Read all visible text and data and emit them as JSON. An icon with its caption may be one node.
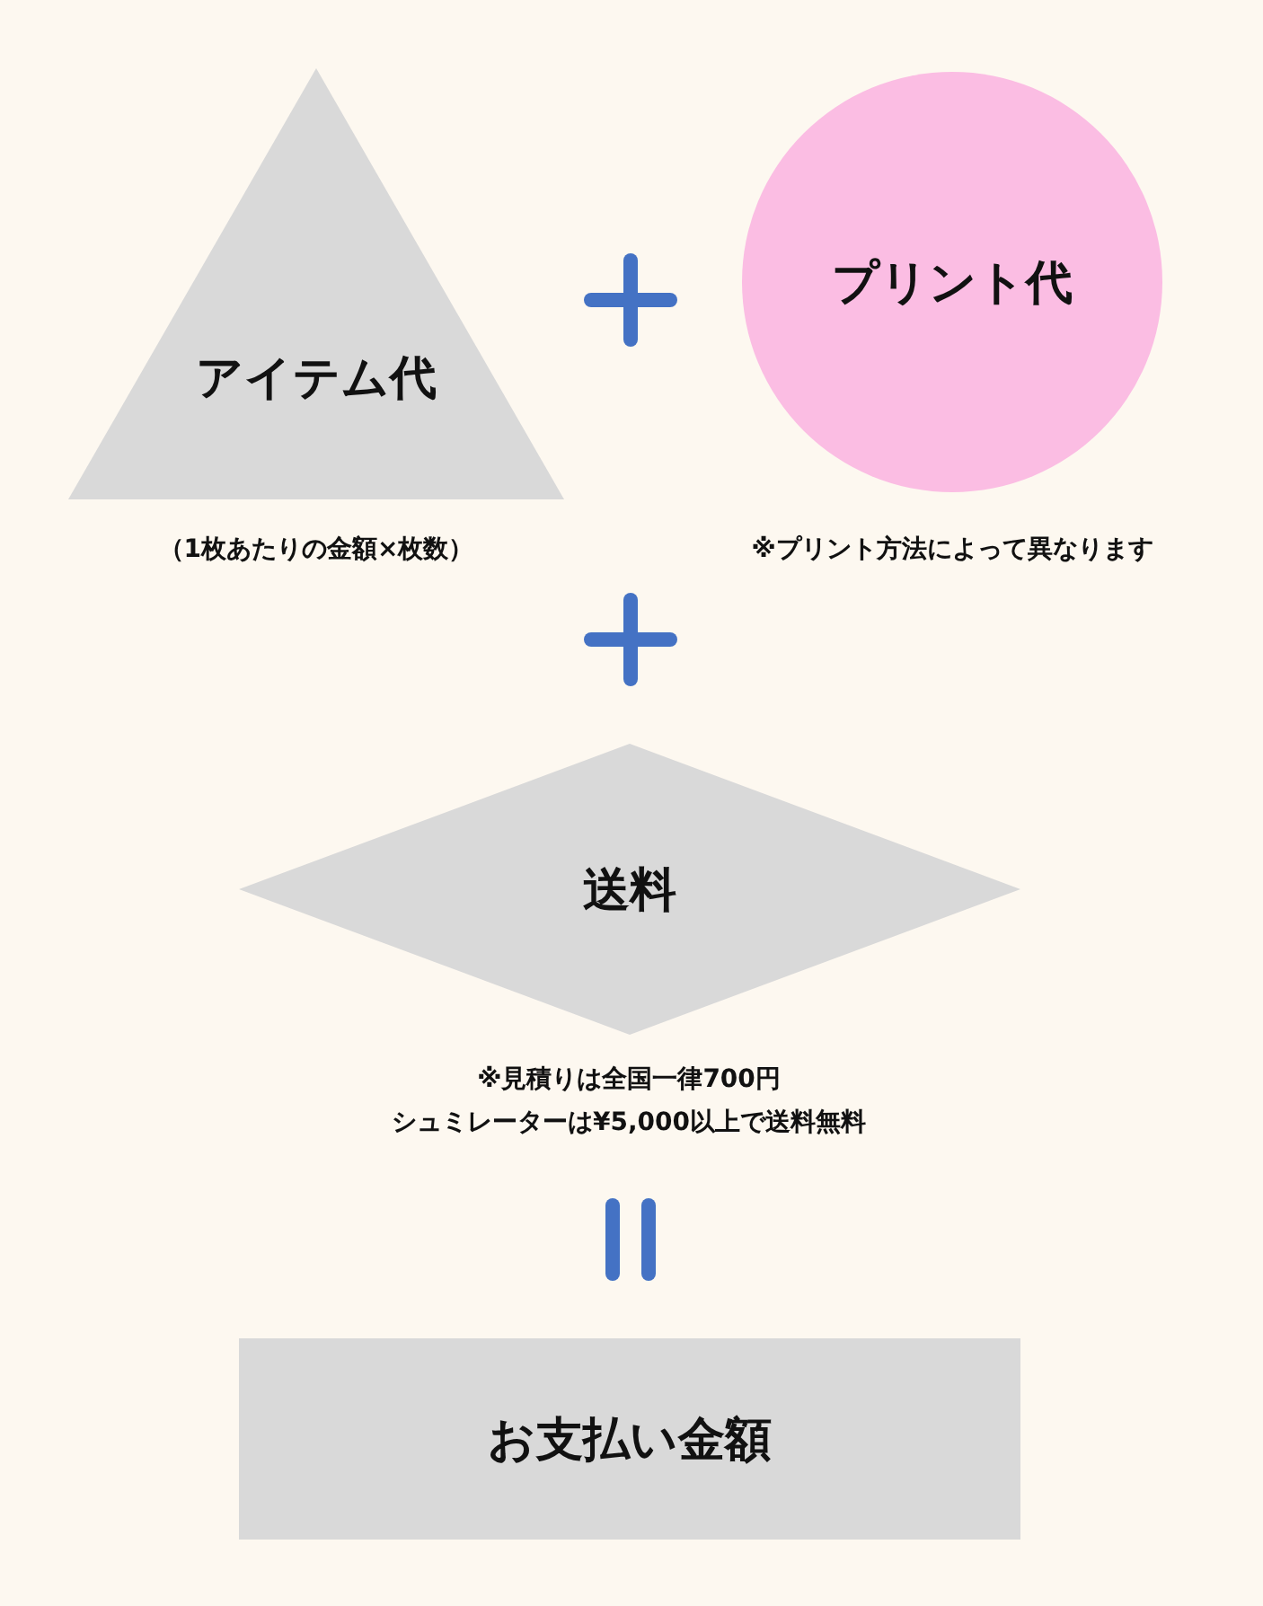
{
  "diagram": {
    "nodes": [
      {
        "text": [
          "アイテム代"
        ],
        "beside": [
          "（1枚あたりの金額×枚数）"
        ]
      },
      {
        "text": [
          "プリント代"
        ],
        "beside": [
          "※プリント方法によって異なります"
        ]
      },
      {
        "text": [
          "送料"
        ],
        "beside": [
          "※見積りは全国一律700円",
          "シュミレーターは¥5,000以上で送料無料"
        ]
      },
      {
        "text": [
          "お支払い金額"
        ]
      }
    ]
  }
}
